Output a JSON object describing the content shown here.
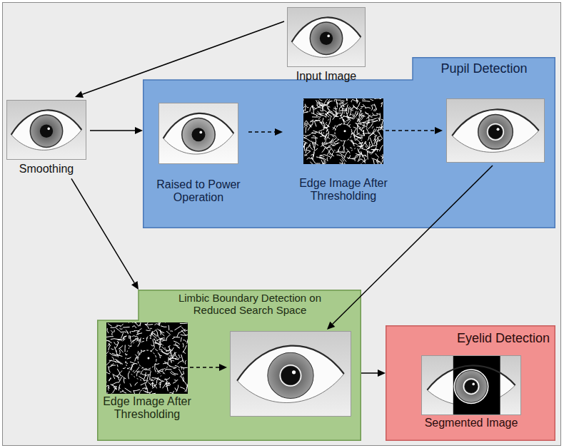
{
  "diagram": {
    "nodes": [
      {
        "text": [
          "Input Image"
        ]
      },
      {
        "text": [
          "Smoothing"
        ]
      },
      {
        "text": [
          "Pupil Detection"
        ]
      },
      {
        "text": [
          "Raised to Power Operation"
        ],
        "in": 2
      },
      {
        "text": [
          "Edge Image After Thresholding"
        ],
        "in": 2
      },
      {
        "text": [
          "Limbic Boundary Detection on Reduced Search Space"
        ]
      },
      {
        "text": [
          "Edge Image After Thresholding"
        ],
        "in": 5
      },
      {
        "text": [
          "Eyelid Detection"
        ]
      },
      {
        "text": [
          "Segmented Image"
        ],
        "in": 7
      }
    ],
    "edges": [
      {
        "from": 0,
        "to": 1,
        "arrow": "to"
      },
      {
        "from": 1,
        "to": 2,
        "arrow": "to"
      },
      {
        "from": 3,
        "to": 4,
        "arrow": "to"
      },
      {
        "from": 1,
        "to": 5,
        "arrow": "to"
      },
      {
        "from": 5,
        "to": 7,
        "arrow": "to"
      }
    ]
  }
}
